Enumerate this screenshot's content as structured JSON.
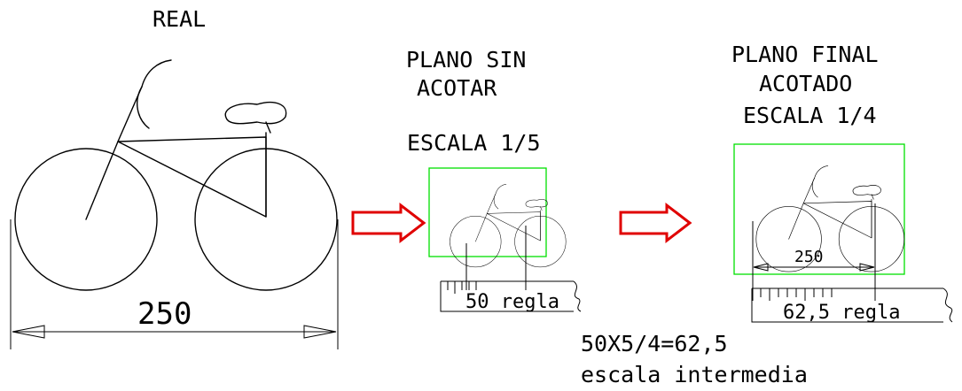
{
  "colors": {
    "frame": "#00e000",
    "arrow": "#e00000",
    "line": "#000000"
  },
  "real": {
    "title": "REAL",
    "dimension": "250"
  },
  "plano_sin_acotar": {
    "title_line1": "PLANO SIN",
    "title_line2": "ACOTAR",
    "scale": "ESCALA 1/5",
    "ruler_label": "50 regla"
  },
  "plano_final": {
    "title_line1": "PLANO FINAL",
    "title_line2": "ACOTADO",
    "title_line3": "ESCALA 1/4",
    "dimension": "250",
    "ruler_label": "62,5 regla"
  },
  "formula": {
    "line1": "50X5/4=62,5",
    "line2": "escala intermedia"
  },
  "icons": [
    "bicycle-drawing",
    "red-right-arrow",
    "ruler"
  ]
}
